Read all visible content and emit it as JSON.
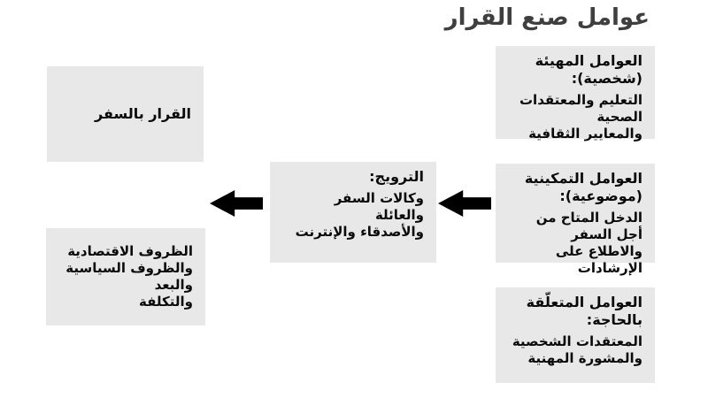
{
  "title": "عوامل صنع القرار",
  "colors": {
    "background": "#ffffff",
    "box_bg": "#e8e8e8",
    "arrow": "#000000",
    "title_text": "#3f3f3f",
    "box_text": "#0a0a0a"
  },
  "boxes": {
    "decision": {
      "label": "القرار بالسفر"
    },
    "conditions": {
      "body": "الظروف الاقتصادية\nوالظروف السياسية والبعد\nوالتكلفة"
    },
    "promotion": {
      "heading": "الترويج:",
      "body": "وكالات السفر والعائلة\nوالأصدقاء والإنترنت"
    },
    "predisposing": {
      "heading": "العوامل المهيئة\n(شخصية):",
      "body": "التعليم والمعتقدات الصحية\nوالمعايير الثقافية"
    },
    "enabling": {
      "heading": "العوامل التمكينية\n(موضوعية):",
      "body": "الدخل المتاح من أجل السفر\nوالاطلاع على الإرشادات"
    },
    "need": {
      "heading": "العوامل المتعلّقة\nبالحاجة:",
      "body": "المعتقدات الشخصية\nوالمشورة المهنية"
    }
  }
}
